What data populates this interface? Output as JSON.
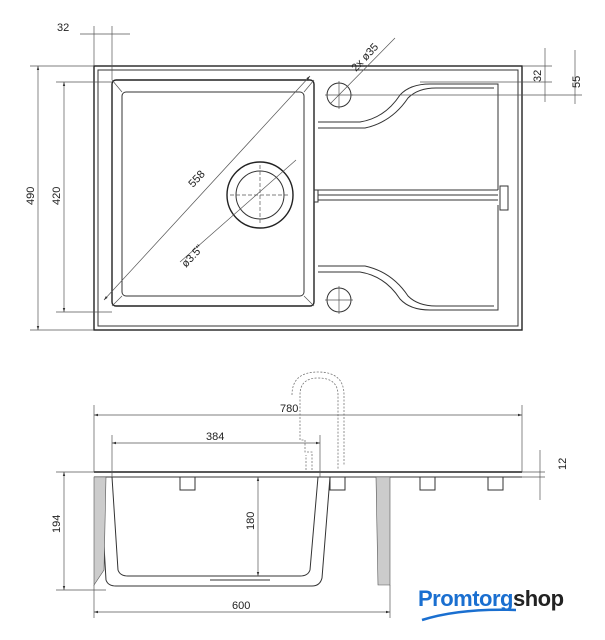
{
  "top_view": {
    "dim_top_offset": "32",
    "dim_tap_holes": "2x ø35",
    "dim_right_32": "32",
    "dim_right_55": "55",
    "dim_diagonal": "558",
    "dim_drain": "ø3.5\"",
    "dim_height_total": "490",
    "dim_height_bowl": "420"
  },
  "side_view": {
    "dim_length_total": "780",
    "dim_bowl_length": "384",
    "dim_rim": "12",
    "dim_depth_total": "194",
    "dim_bowl_depth": "180",
    "dim_bottom_width": "600"
  },
  "logo": {
    "part1": "Promtorg",
    "part2": "shop",
    "colors": {
      "brand": "#1a6fd0",
      "dark": "#222222"
    }
  }
}
